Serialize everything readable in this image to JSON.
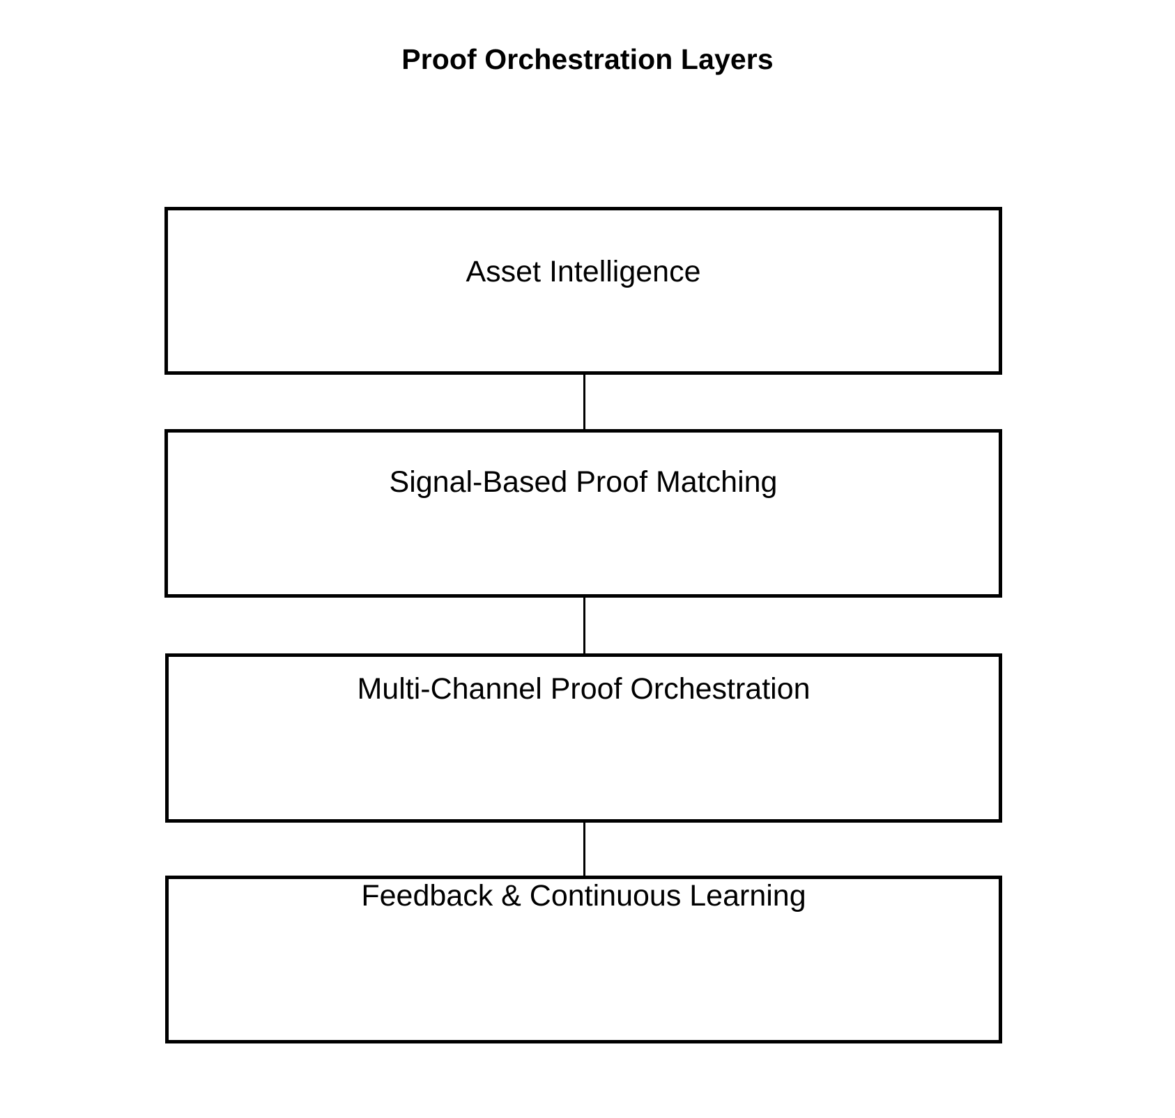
{
  "diagram": {
    "title": "Proof Orchestration Layers",
    "type": "vertical-flowchart",
    "orientation": "top-to-bottom",
    "background_color": "#ffffff",
    "border_color": "#000000",
    "text_color": "#000000",
    "layers": [
      {
        "index": 1,
        "label": "Asset Intelligence",
        "connector_to_next": true
      },
      {
        "index": 2,
        "label": "Signal-Based Proof Matching",
        "connector_to_next": true
      },
      {
        "index": 3,
        "label": "Multi-Channel Proof Orchestration",
        "connector_to_next": true
      },
      {
        "index": 4,
        "label": "Feedback & Continuous Learning",
        "connector_to_next": false
      }
    ]
  }
}
